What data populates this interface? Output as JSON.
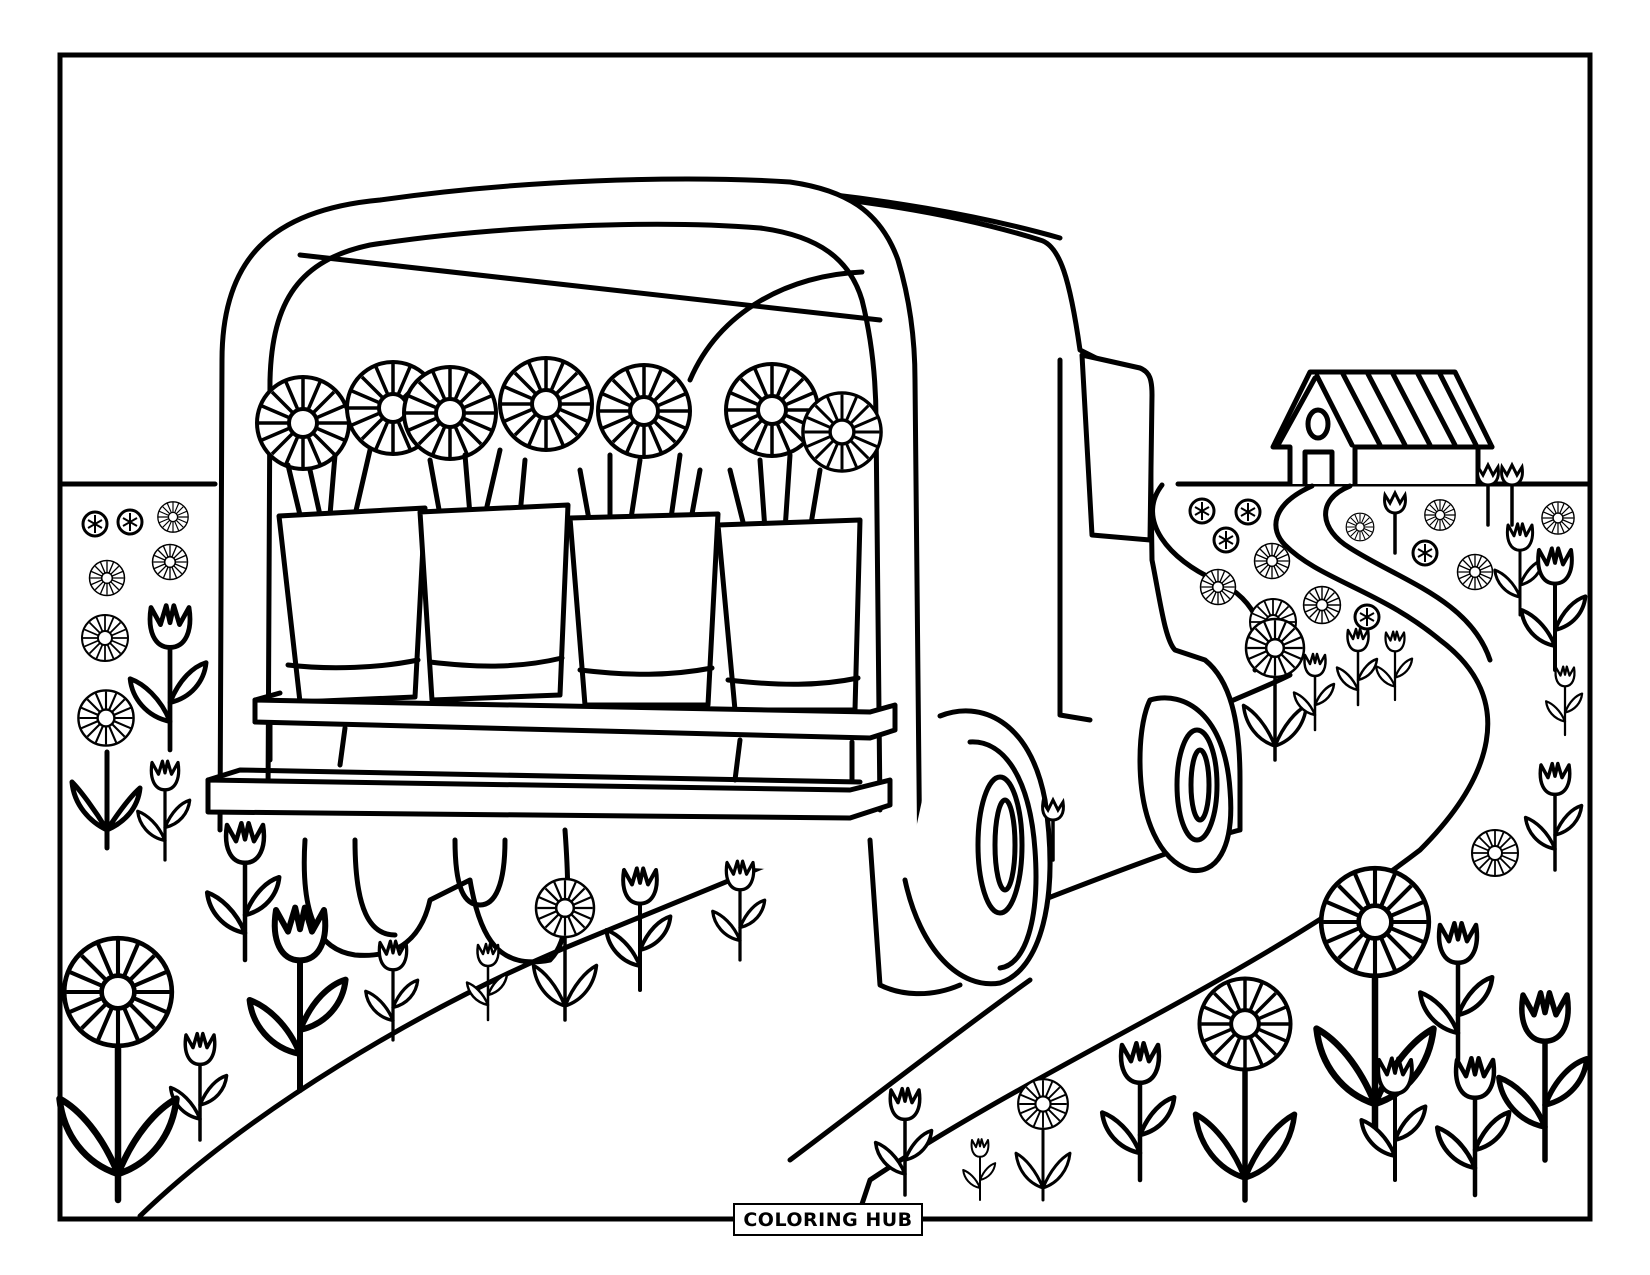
{
  "page": {
    "type": "coloring page",
    "subject": "Flower truck driving down a country road toward a farmhouse"
  },
  "branding": {
    "logo_text": "COLORING HUB"
  },
  "scene": {
    "truck": {
      "cargo_label": "potted daisies",
      "pot_count": 4,
      "daisy_count": 7,
      "shelves": 2
    },
    "house": {
      "windows": 1,
      "doors": 1,
      "roof_stripes": 6
    },
    "colors": {
      "line": "#000000",
      "background": "#ffffff"
    }
  }
}
